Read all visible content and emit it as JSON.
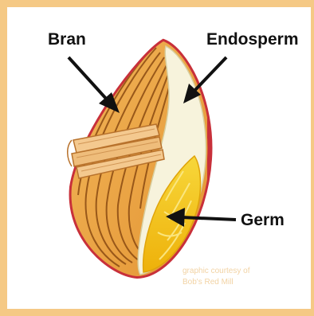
{
  "labels": {
    "bran": "Bran",
    "endosperm": "Endosperm",
    "germ": "Germ"
  },
  "credit": {
    "line1": "graphic courtesy of",
    "line2": "Bob's Red Mill"
  },
  "colors": {
    "border": "#f5c985",
    "outline": "#c8303a",
    "bran": "#e9a03c",
    "bran_stripe": "#8a4a12",
    "endosperm": "#f7f3dc",
    "germ": "#f3c60e",
    "arrow": "#111111"
  }
}
